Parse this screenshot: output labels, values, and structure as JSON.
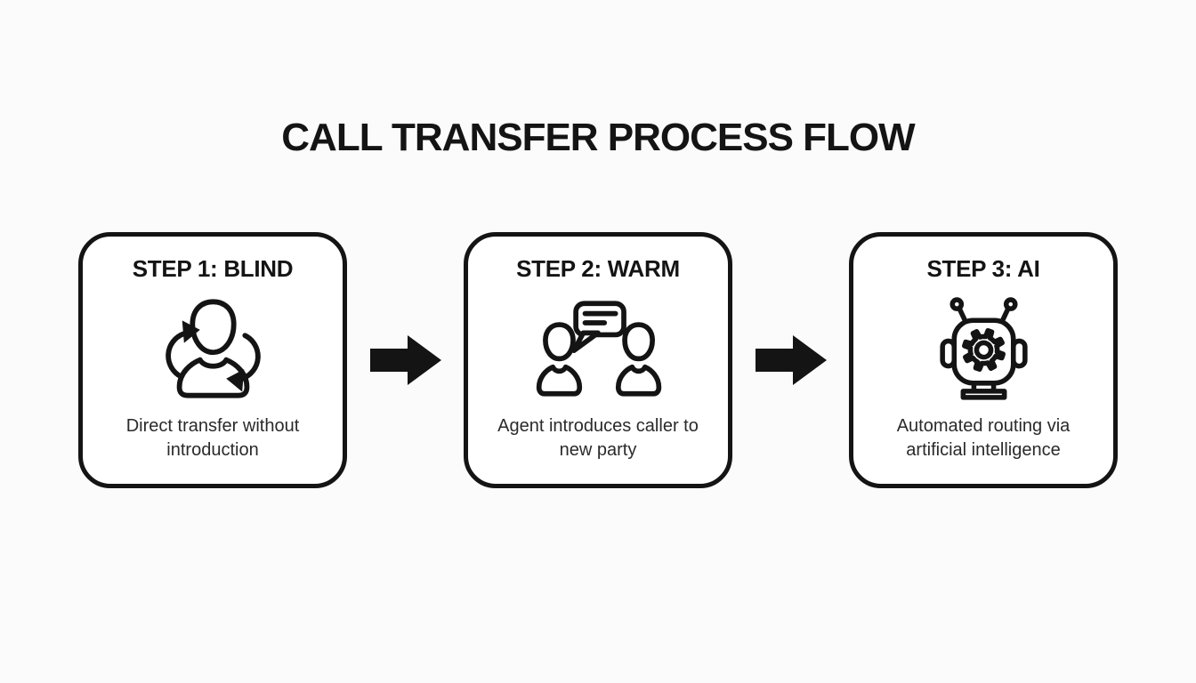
{
  "diagram": {
    "title": "CALL TRANSFER PROCESS FLOW",
    "colors": {
      "background": "#fbfbfb",
      "box_fill": "#ffffff",
      "line": "#141414",
      "description_text": "#2a2a2a"
    }
  },
  "steps": [
    {
      "title": "STEP 1: BLIND",
      "description": "Direct transfer without introduction",
      "icon": "person-sync-icon"
    },
    {
      "title": "STEP 2: WARM",
      "description": "Agent introduces caller to new party",
      "icon": "people-speech-bubble-icon"
    },
    {
      "title": "STEP 3: AI",
      "description": "Automated routing via artificial intelligence",
      "icon": "robot-gear-icon"
    }
  ],
  "connectors": [
    {
      "type": "arrow-right"
    },
    {
      "type": "arrow-right"
    }
  ]
}
